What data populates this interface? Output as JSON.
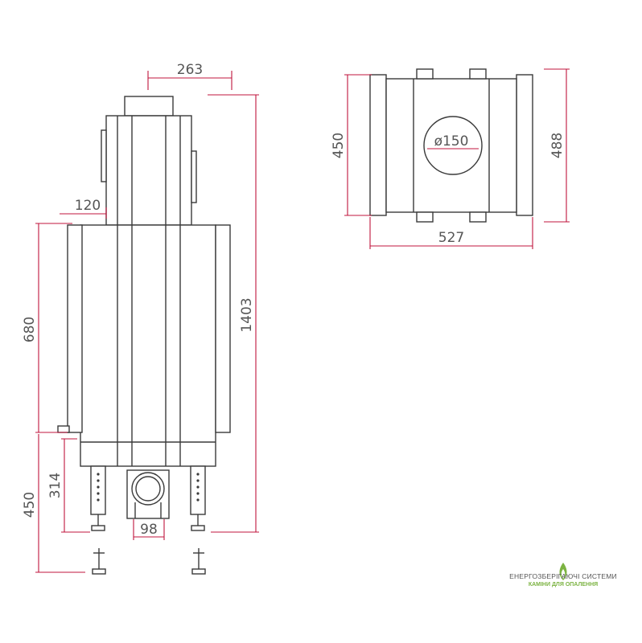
{
  "dimensions": {
    "top_width": "263",
    "side_offset": "120",
    "total_height": "1403",
    "body_height": "680",
    "base_height": "450",
    "base_outlet_height": "314",
    "bottom_outlet": "98",
    "top_view_depth_inner": "450",
    "top_view_depth_outer": "488",
    "top_view_width": "527",
    "flue_diameter": "ø150"
  },
  "brand": {
    "name": "ЕНЕРГОЗБЕРІГАЮЧІ СИСТЕМИ",
    "tagline": "КАМІНИ ДЛЯ ОПАЛЕННЯ",
    "accent_color": "#7cb342"
  },
  "colors": {
    "outline": "#3a3a3a",
    "dimension_line": "#c0143c",
    "dimension_text": "#555555"
  }
}
